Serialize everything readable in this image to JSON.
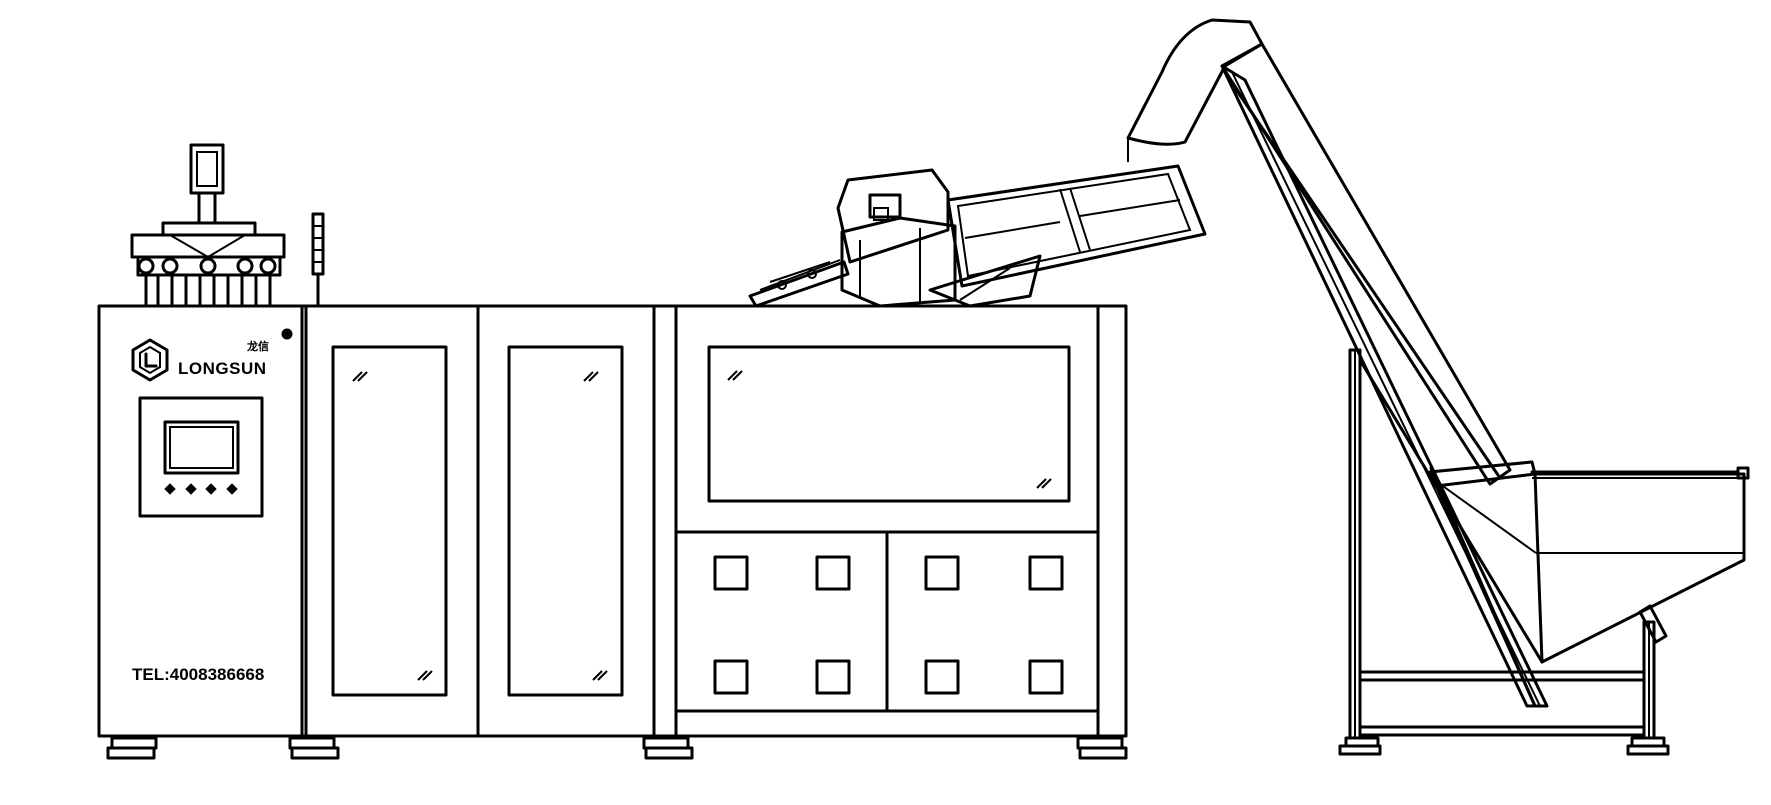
{
  "drawing": {
    "brand_name": "LONGSUN",
    "brand_mark_text": "龙信",
    "phone_text": "TEL:4008386668",
    "line_color": "#000000",
    "background_color": "#ffffff",
    "hmi_buttons_count": 4
  },
  "components": {
    "control_cabinet": "control-cabinet",
    "hmi_panel": "hmi-touch-panel",
    "oven_doors": [
      "oven-door-1",
      "oven-door-2"
    ],
    "mold_window": "mold-window",
    "lower_panels": [
      "lower-panel-left",
      "lower-panel-right"
    ],
    "preform_loader": "preform-loader-arm",
    "elevator": "preform-elevator-conveyor",
    "hopper": "preform-hopper"
  }
}
